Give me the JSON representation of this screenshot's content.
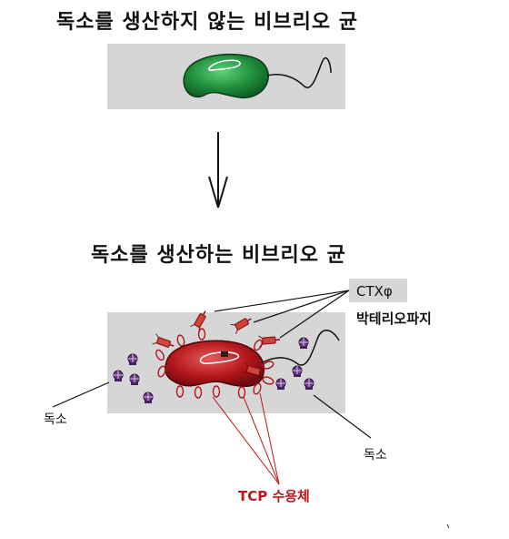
{
  "labels": {
    "title_top": "독소를 생산하지 않는 비브리오 균",
    "title_mid": "독소를 생산하는 비브리오 균",
    "ctx": "CTXφ",
    "phage": "박테리오파지",
    "toxin_left": "독소",
    "toxin_right": "독소",
    "tcp": "TCP 수용체"
  },
  "colors": {
    "panel": "#d6d6d6",
    "bacterium_safe": "#1e8c3a",
    "bacterium_toxic": "#b3161c",
    "phage": "#c0392b",
    "toxin": "#6a3a86",
    "tcp_line": "#c0151b"
  }
}
